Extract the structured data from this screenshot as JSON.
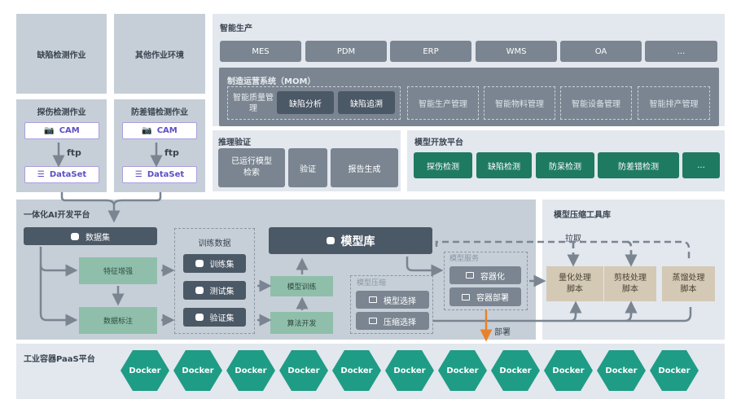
{
  "top_left": {
    "defect_job": "缺陷检测作业",
    "other_env": "其他作业环境"
  },
  "jobs": [
    {
      "title": "探伤检测作业",
      "cam": "CAM",
      "ftp": "ftp",
      "dataset": "DataSet"
    },
    {
      "title": "防差错检测作业",
      "cam": "CAM",
      "ftp": "ftp",
      "dataset": "DataSet"
    }
  ],
  "smart_production": {
    "title": "智能生产",
    "systems": [
      "MES",
      "PDM",
      "ERP",
      "WMS",
      "OA",
      "..."
    ],
    "mom": {
      "title": "制造运营系统（MOM）",
      "quality": "智能质量管理",
      "quality_items": [
        "缺陷分析",
        "缺陷追溯"
      ],
      "modules": [
        "智能生产管理",
        "智能物料管理",
        "智能设备管理",
        "智能排产管理"
      ]
    }
  },
  "inference": {
    "title": "推理验证",
    "items": [
      "已运行模型检索",
      "验证",
      "报告生成"
    ]
  },
  "open_platform": {
    "title": "模型开放平台",
    "items": [
      "探伤检测",
      "缺陷检测",
      "防呆检测",
      "防差错检测",
      "..."
    ]
  },
  "ai_platform": {
    "title": "一体化AI开发平台",
    "dataset": "数据集",
    "feature": "特征增强",
    "label": "数据标注",
    "train_data": {
      "title": "训练数据",
      "items": [
        "训练集",
        "测试集",
        "验证集"
      ]
    },
    "train": "模型训练",
    "algo": "算法开发",
    "model_lib": "模型库",
    "compress": {
      "title": "模型压缩",
      "items": [
        "模型选择",
        "压缩选择"
      ]
    },
    "service": {
      "title": "模型服务",
      "items": [
        "容器化",
        "容器部署"
      ]
    },
    "deploy": "部署"
  },
  "compress_lib": {
    "title": "模型压缩工具库",
    "pull": "拉取",
    "items": [
      "量化处理脚本",
      "剪枝处理脚本",
      "蒸馏处理脚本"
    ]
  },
  "paas": {
    "title": "工业容器PaaS平台",
    "containers": [
      "Docker",
      "Docker",
      "Docker",
      "Docker",
      "Docker",
      "Docker",
      "Docker",
      "Docker",
      "Docker",
      "Docker",
      "Docker"
    ]
  },
  "colors": {
    "green": "#1f7a62",
    "docker": "#1f9c85",
    "deploy_arrow": "#e8822a",
    "tan": "#d4c9b5"
  }
}
